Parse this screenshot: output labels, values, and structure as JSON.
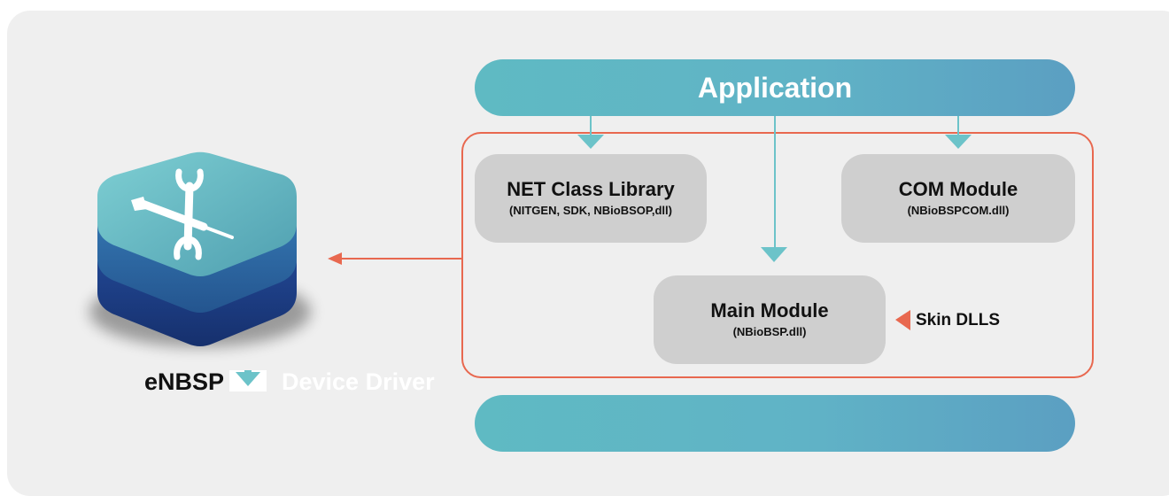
{
  "application": {
    "label": "Application"
  },
  "modules": {
    "net": {
      "title": "NET Class Library",
      "subtitle": "(NITGEN, SDK, NBioBSOP,dll)"
    },
    "com": {
      "title": "COM Module",
      "subtitle": "(NBioBSPCOM.dll)"
    },
    "main": {
      "title": "Main Module",
      "subtitle": "(NBioBSP.dll)"
    }
  },
  "skin_label": "Skin DLLS",
  "enbsp_label": "eNBSP",
  "device_driver_label": "Device Driver",
  "colors": {
    "panel": "#efefef",
    "bar_start": "#5fbac3",
    "bar_end": "#5b9fc2",
    "frame": "#e8684f",
    "module": "#cfcfcf",
    "arrow_teal": "#6cc3c9",
    "arrow_red": "#e8684f",
    "logo_top": "#5aaab3",
    "logo_mid": "#2b6aa4",
    "logo_bottom": "#1e3f88"
  },
  "icons": [
    "wrench-screwdriver-icon",
    "down-arrow-icon",
    "left-arrow-icon"
  ]
}
